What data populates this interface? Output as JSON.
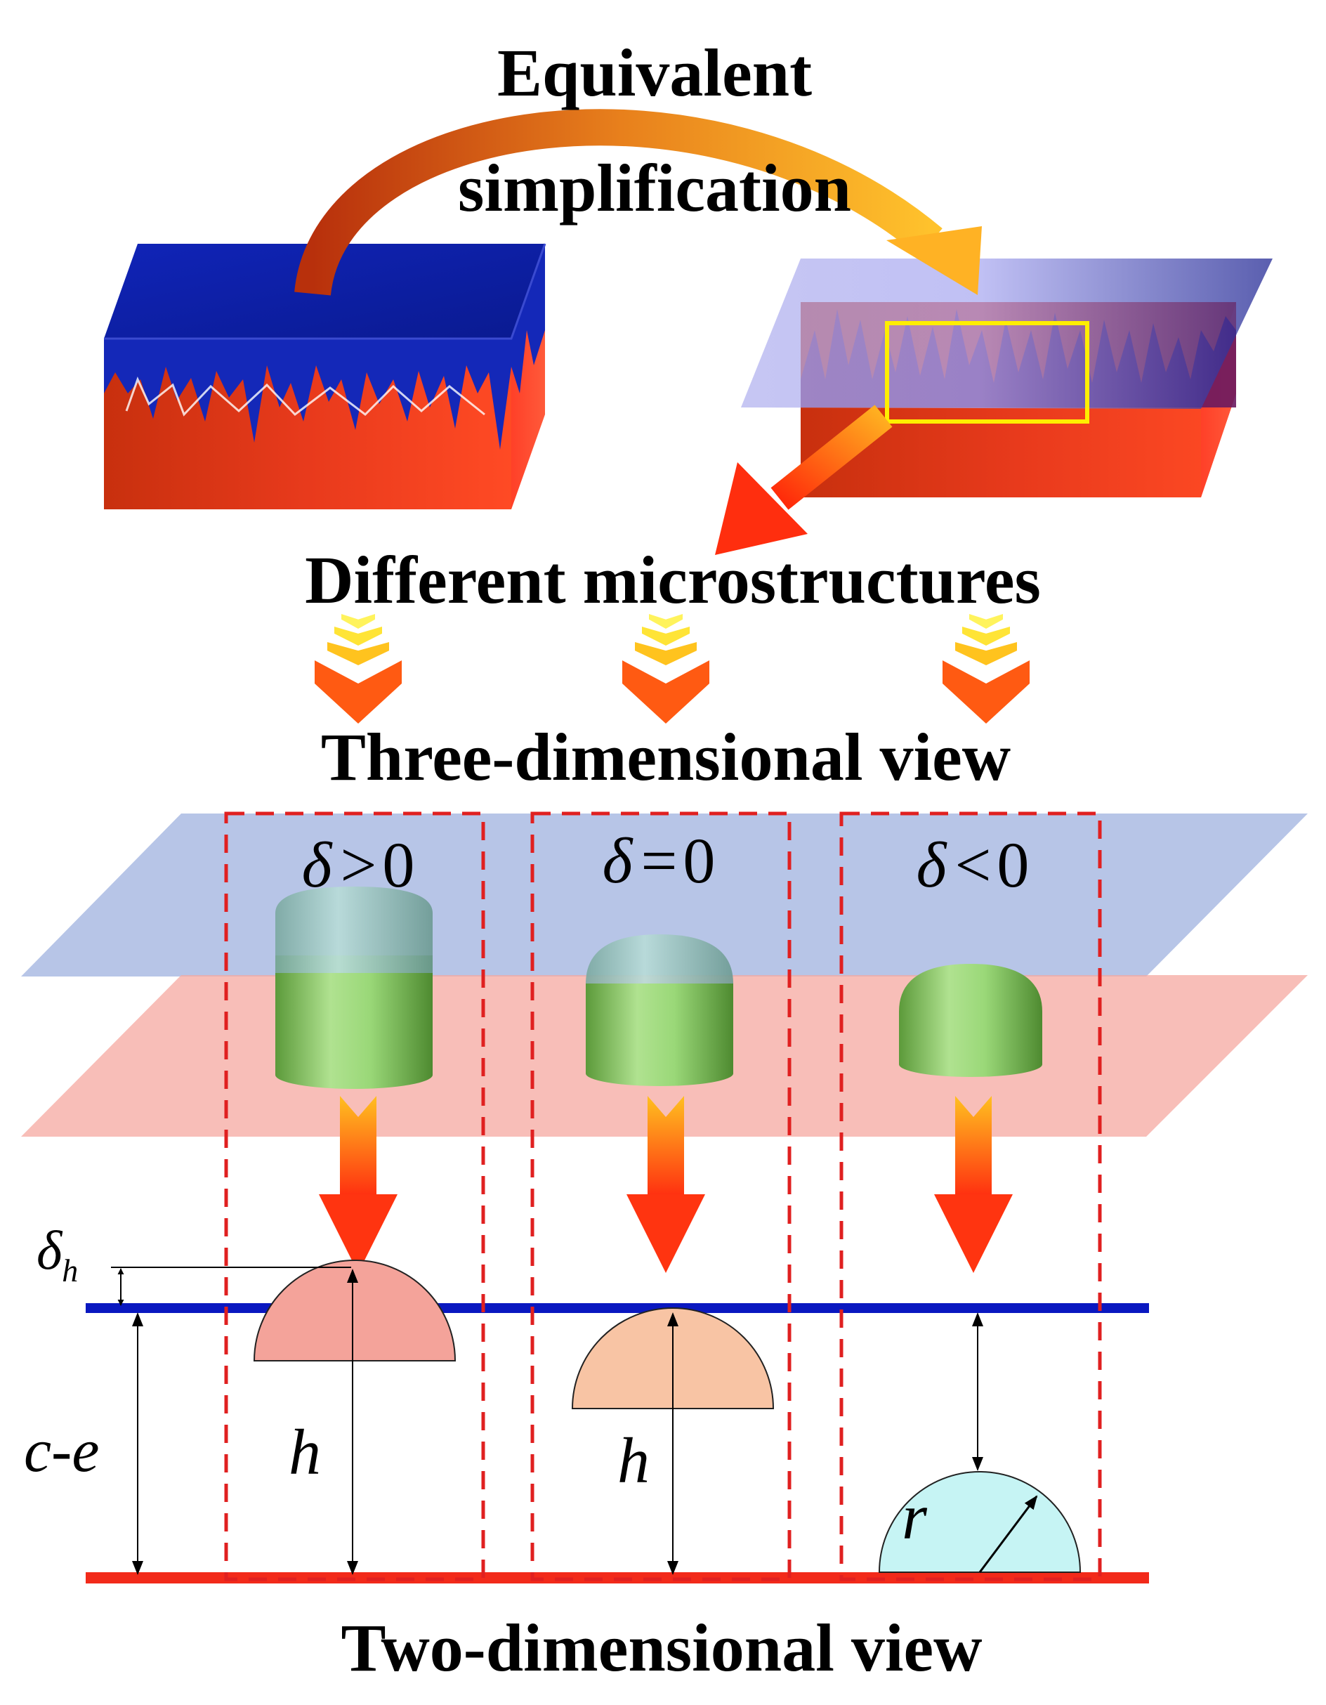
{
  "headings": {
    "top_line1": "Equivalent",
    "top_line2": "simplification",
    "middle": "Different microstructures",
    "three_d": "Three-dimensional view",
    "two_d": "Two-dimensional view"
  },
  "cases": [
    {
      "sym": "δ",
      "op": ">",
      "val": "0"
    },
    {
      "sym": "δ",
      "op": "=",
      "val": "0"
    },
    {
      "sym": "δ",
      "op": "<",
      "val": "0"
    }
  ],
  "labels": {
    "delta": "δ",
    "delta_sub": "h",
    "ce": "c-e",
    "h1": "h",
    "h2": "h",
    "r": "r"
  },
  "colors": {
    "upper_plate": "#1a2fae",
    "lower_plate": "#e8321c",
    "highlight_box": "#ffee00",
    "dashed_frames": "#e02020",
    "blue_line": "#0a18c0",
    "red_line": "#f22a1a",
    "semicircle_1": "#f4a39a",
    "semicircle_2": "#f8c4a4",
    "semicircle_3": "#c6f4f4"
  }
}
